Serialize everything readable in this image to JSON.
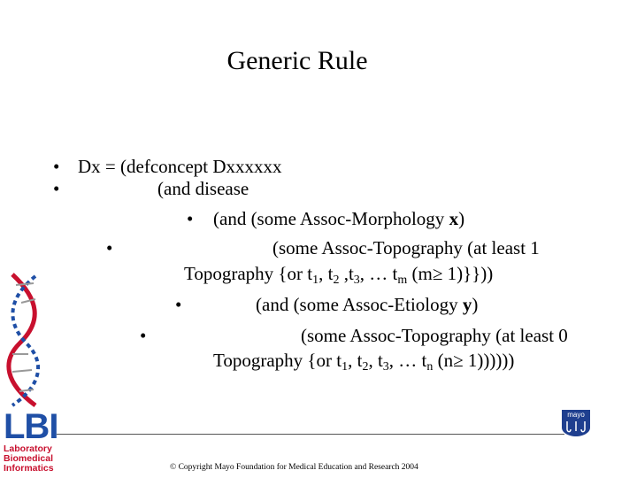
{
  "title": "Generic Rule",
  "bullet_glyph": "•",
  "lines": {
    "l1": "Dx = (defconcept Dxxxxxx",
    "l2": "(and disease",
    "l3_pre": "(and (some Assoc-Morphology ",
    "l3_bold": "x",
    "l3_post": ")",
    "l4": "(some Assoc-Topography (at least 1",
    "l5_a": "Topography {or t",
    "l5_s1": "1",
    "l5_b": ", t",
    "l5_s2": "2",
    "l5_c": " ,t",
    "l5_s3": "3",
    "l5_d": ", … t",
    "l5_s4": "m",
    "l5_e": " (m≥ 1)}}))",
    "l6_pre": "(and (some Assoc-Etiology ",
    "l6_bold": "y",
    "l6_post": ")",
    "l7": "(some Assoc-Topography (at least 0",
    "l8_a": "Topography {or t",
    "l8_s1": "1",
    "l8_b": ", t",
    "l8_s2": "2",
    "l8_c": ", t",
    "l8_s3": "3",
    "l8_d": ", … t",
    "l8_s4": "n",
    "l8_e": " (n≥ 1))))))"
  },
  "footer": {
    "copyright": "© Copyright Mayo Foundation for Medical Education and Research 2004"
  },
  "logos": {
    "lbi_big": "LBI",
    "lbi_line1": "Laboratory",
    "lbi_line2": "Biomedical",
    "lbi_line3": "Informatics",
    "mayo_label": "mayo"
  },
  "colors": {
    "lbi_blue": "#1f4fa6",
    "lbi_red": "#c8102e"
  }
}
